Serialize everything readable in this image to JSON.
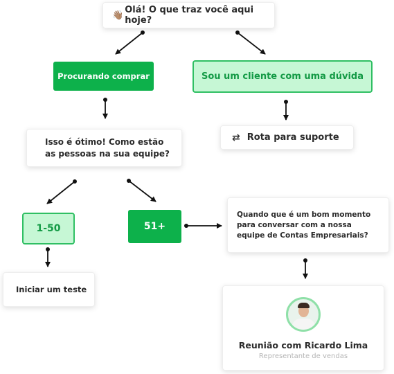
{
  "greeting": {
    "text": "Olá! O que traz você aqui hoje?",
    "emoji": "👋🏽"
  },
  "options": {
    "buying": "Procurando comprar",
    "client_question": "Sou um cliente com uma dúvida"
  },
  "team_question": {
    "line1": "Isso é ótimo! Como estão",
    "line2": "as pessoas na sua equipe?"
  },
  "support_route": {
    "icon": "swap-arrows-icon",
    "label": "Rota para suporte"
  },
  "team_sizes": {
    "small": "1-50",
    "large": "51+"
  },
  "trial": {
    "label": "Iniciar um teste"
  },
  "time_question": {
    "line1": "Quando que é um bom momento",
    "line2": "para conversar com a nossa",
    "line3": "equipe de Contas Empresariais?"
  },
  "meeting": {
    "title": "Reunião com Ricardo Lima",
    "subtitle": "Representante de vendas"
  },
  "colors": {
    "green": "#0db14b",
    "green_light": "#c6f7d5",
    "green_border": "#2fbf63",
    "arrow": "#111111"
  }
}
